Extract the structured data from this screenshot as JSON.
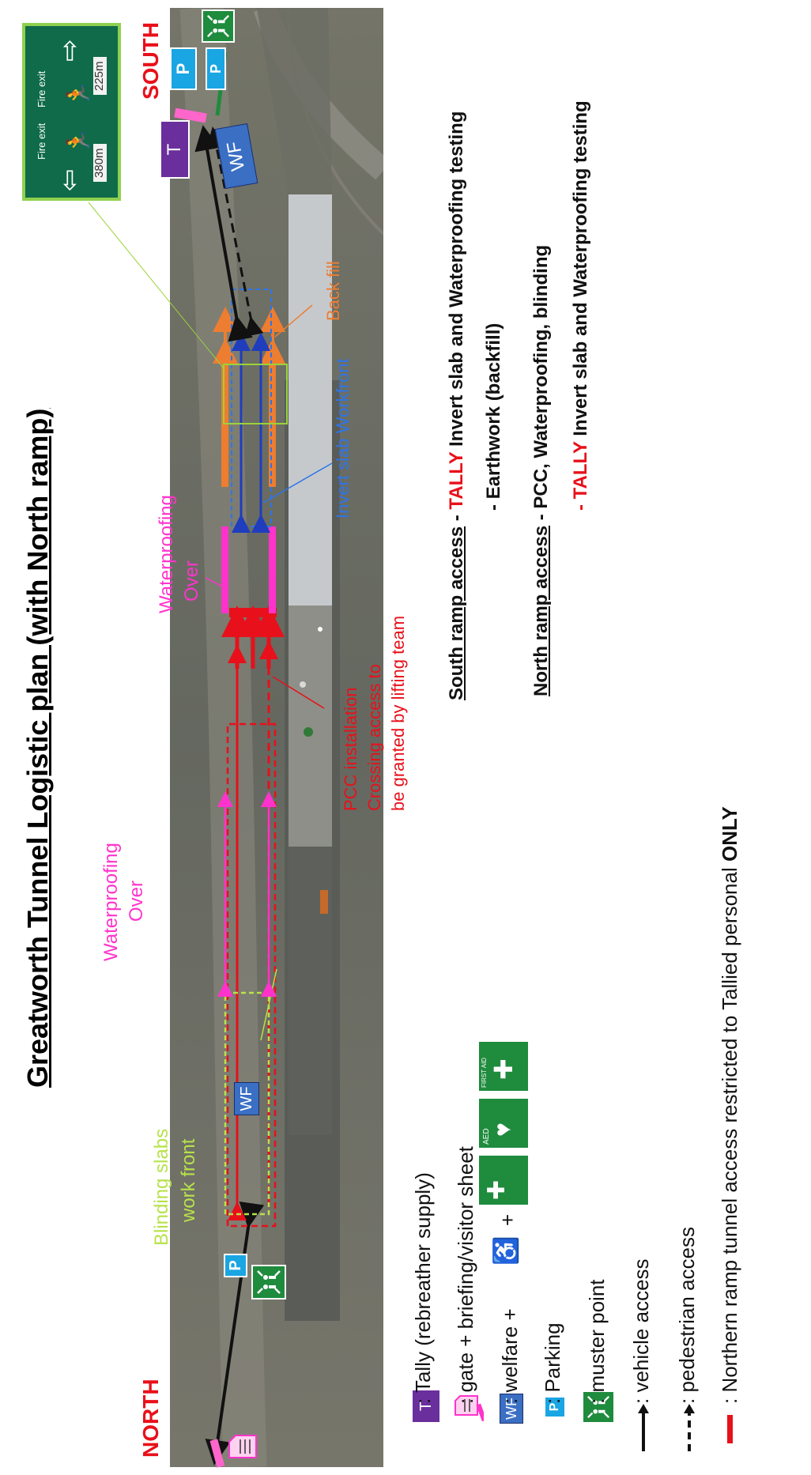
{
  "title": "Greatworth Tunnel Logistic plan (with North ramp)",
  "directions": {
    "north": "NORTH",
    "south": "SOUTH"
  },
  "badges": {
    "parking": "P",
    "tally": "T",
    "welfare": "WF"
  },
  "sign": {
    "fire_exit": "Fire exit",
    "left_distance": "380m",
    "right_distance": "225m"
  },
  "zones": {
    "back_fill": "Back fill",
    "invert_slab": "Invert slab Workfront",
    "waterproofing_over_photo": [
      "Waterproofing",
      "Over"
    ],
    "waterproofing_over_top": [
      "Waterproofing",
      "Over"
    ],
    "pcc": [
      "PCC installation",
      "Crossing access to",
      "be granted by lifting team"
    ],
    "blinding": [
      "Blinding slabs",
      "work front"
    ]
  },
  "access": {
    "south_label": "South ramp access",
    "south_line1_rest": " Invert slab and Waterproofing testing",
    "south_line2": "- Earthwork (backfill)",
    "north_label": "North ramp access",
    "north_line1_rest": " PCC, Waterproofing, blinding",
    "north_line2_rest": " Invert slab and Waterproofing testing",
    "dash": " - ",
    "dash2": "- ",
    "tally": "TALLY"
  },
  "icons_text": {
    "aed": "AED",
    "first_aid": "FIRST AID",
    "plus": "+"
  },
  "legend": {
    "tally": ": Tally (rebreather supply)",
    "gate": ": gate + briefing/visitor sheet",
    "welfare": ": welfare +",
    "parking": ": Parking",
    "muster": ": muster point",
    "vehicle": ": vehicle access",
    "pedestrian": ": pedestrian access",
    "north_restricted_prefix": ": Northern ramp tunnel access restricted to Tallied personal ",
    "only": "ONLY"
  },
  "colors": {
    "orange": "#ed7d31",
    "magenta": "#ff33cc",
    "blue": "#1f3dbd",
    "lightblue": "#2e75e8",
    "red": "#e8101a",
    "lime": "#b7e24a",
    "green": "#1f8b3d",
    "purple": "#6a2f9c",
    "parking": "#1aa5e3"
  }
}
